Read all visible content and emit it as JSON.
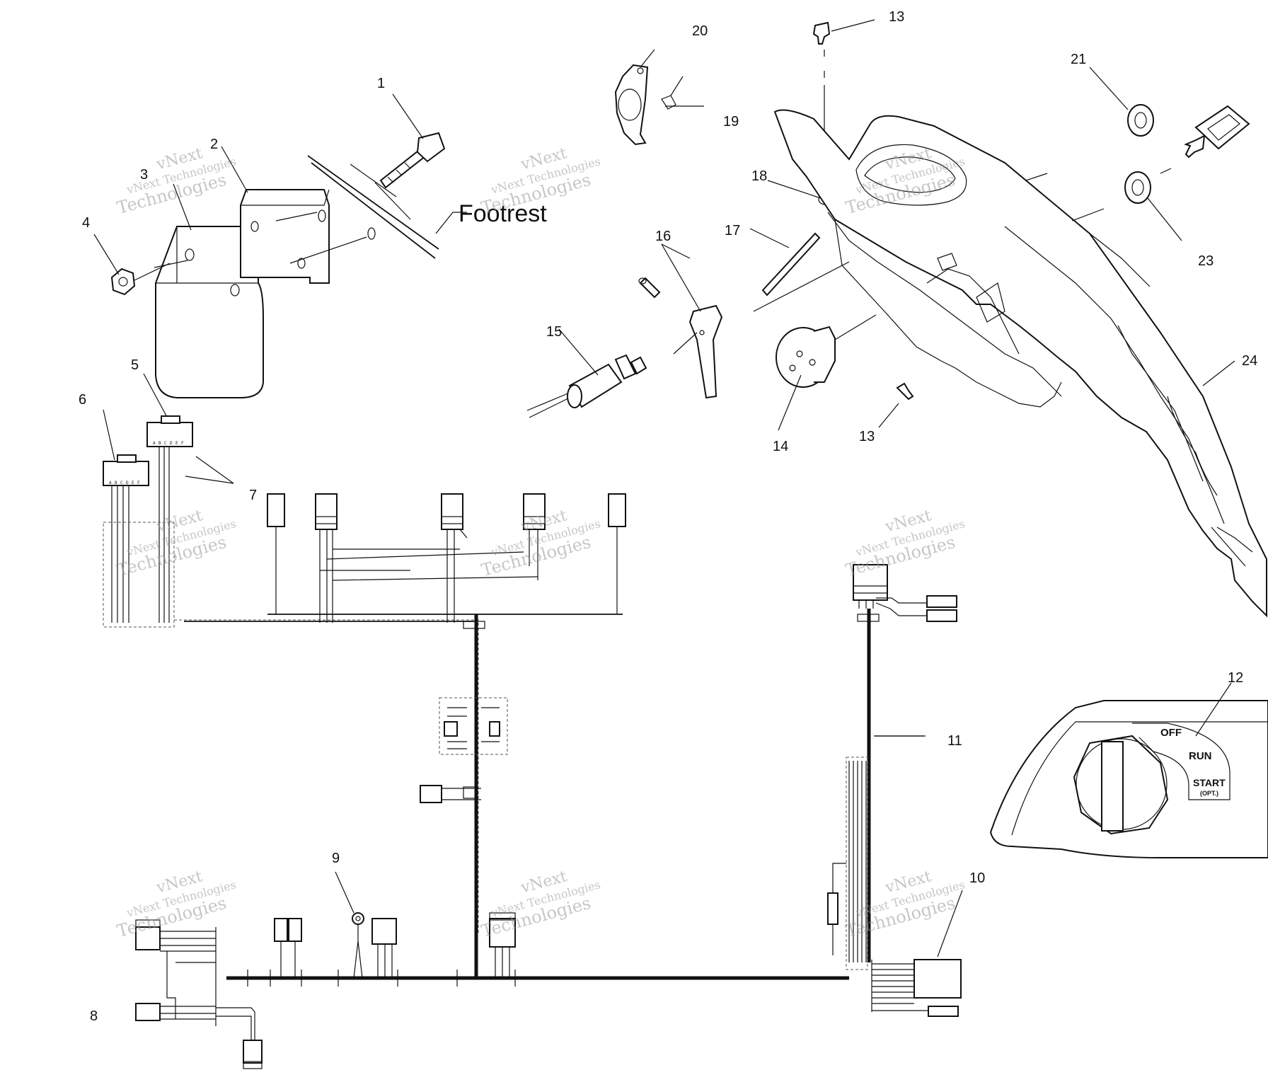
{
  "callouts": {
    "c1": "1",
    "c2": "2",
    "c3": "3",
    "c4": "4",
    "c5": "5",
    "c6": "6",
    "c7": "7",
    "c8": "8",
    "c9": "9",
    "c10": "10",
    "c11": "11",
    "c12": "12",
    "c13a": "13",
    "c13b": "13",
    "c14": "14",
    "c15": "15",
    "c16": "16",
    "c17": "17",
    "c18": "18",
    "c19": "19",
    "c20": "20",
    "c21": "21",
    "c23": "23",
    "c24": "24"
  },
  "labels": {
    "footrest": "Footrest"
  },
  "ignition_switch": {
    "off": "OFF",
    "run": "RUN",
    "start": "START",
    "opt": "(OPT.)"
  },
  "connector_pins": {
    "pin_a": "A",
    "pin_b": "B",
    "pin_c": "C",
    "pin_d": "D",
    "pin_e": "E",
    "pin_f": "F"
  },
  "watermark": {
    "line1": "vNext",
    "line2": "vNext Technologies",
    "line3": "Technologies"
  }
}
